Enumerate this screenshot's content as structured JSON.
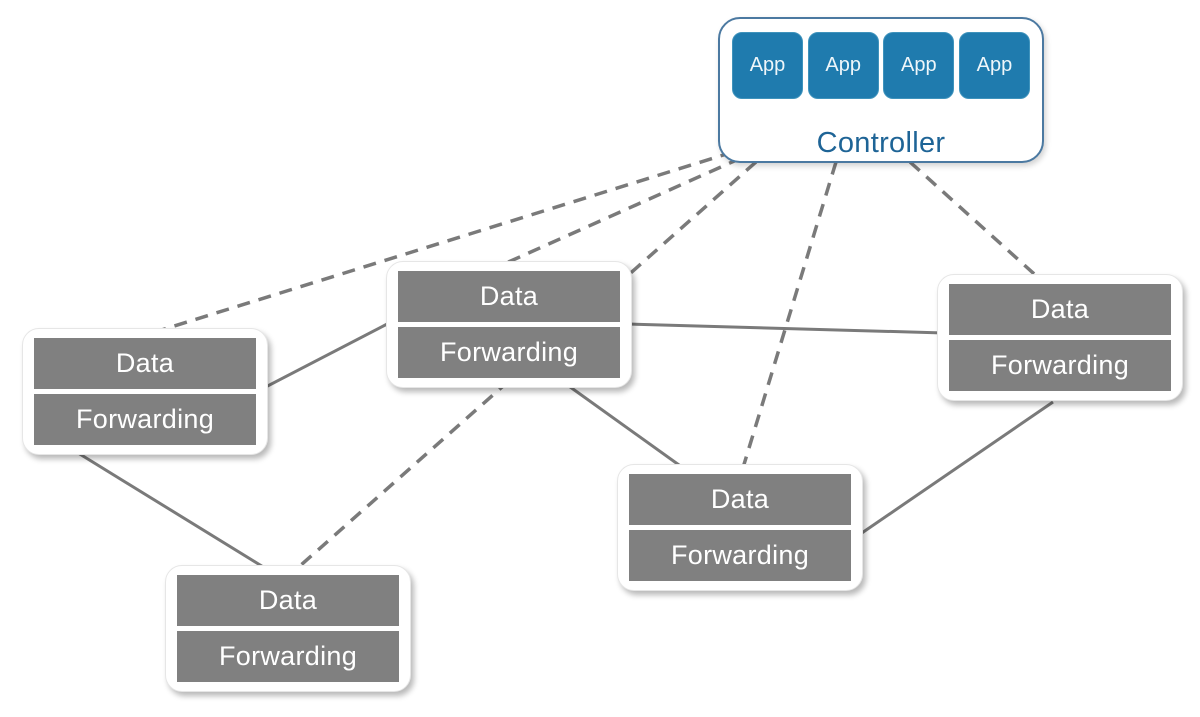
{
  "diagram": {
    "type": "network-architecture",
    "controller": {
      "label": "Controller",
      "apps": [
        {
          "label": "App"
        },
        {
          "label": "App"
        },
        {
          "label": "App"
        },
        {
          "label": "App"
        }
      ]
    },
    "switches": [
      {
        "id": "switch-left",
        "top_label": "Data",
        "bottom_label": "Forwarding"
      },
      {
        "id": "switch-top-middle",
        "top_label": "Data",
        "bottom_label": "Forwarding"
      },
      {
        "id": "switch-right",
        "top_label": "Data",
        "bottom_label": "Forwarding"
      },
      {
        "id": "switch-bottom-middle",
        "top_label": "Data",
        "bottom_label": "Forwarding"
      },
      {
        "id": "switch-bottom-left",
        "top_label": "Data",
        "bottom_label": "Forwarding"
      }
    ],
    "links": {
      "control_links_dashed": [
        {
          "from": "controller",
          "to": "switch-left"
        },
        {
          "from": "controller",
          "to": "switch-top-middle"
        },
        {
          "from": "controller",
          "to": "switch-bottom-left"
        },
        {
          "from": "controller",
          "to": "switch-bottom-middle"
        },
        {
          "from": "controller",
          "to": "switch-right"
        }
      ],
      "data_links_solid": [
        {
          "from": "switch-left",
          "to": "switch-top-middle"
        },
        {
          "from": "switch-left",
          "to": "switch-bottom-left"
        },
        {
          "from": "switch-top-middle",
          "to": "switch-right"
        },
        {
          "from": "switch-top-middle",
          "to": "switch-bottom-middle"
        },
        {
          "from": "switch-bottom-middle",
          "to": "switch-right"
        }
      ]
    },
    "colors": {
      "canvas_bg": "#ffffff",
      "app_fill": "#1f7bae",
      "app_text": "#eef6fa",
      "controller_border": "#4b79a1",
      "controller_text": "#1e6496",
      "switch_fill": "#808080",
      "switch_text": "#ffffff",
      "link_gray": "#7a7a7a"
    }
  }
}
